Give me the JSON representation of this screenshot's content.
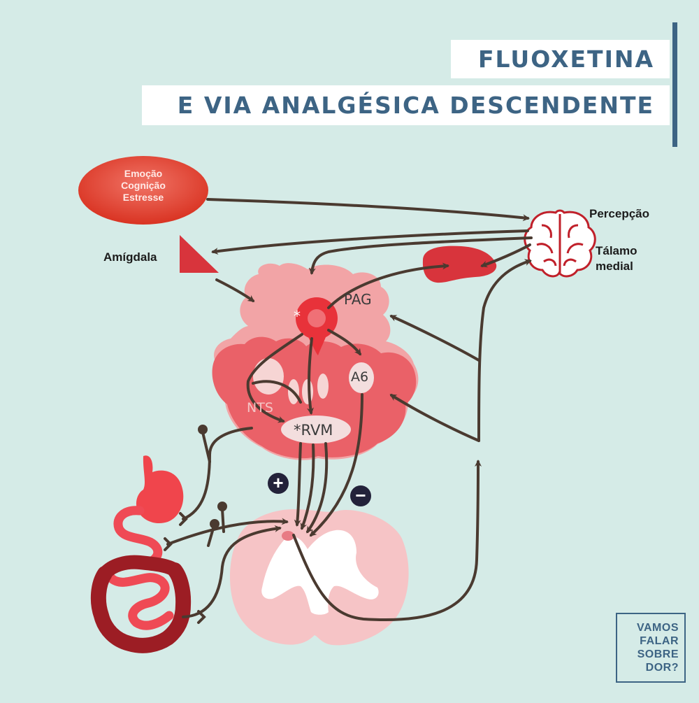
{
  "title": {
    "line1": "FLUOXETINA",
    "line2": "E VIA ANALGÉSICA DESCENDENTE"
  },
  "labels": {
    "emocao": "Emoção",
    "cognicao": "Cognição",
    "estresse": "Estresse",
    "percepcao": "Percepção",
    "talamo_1": "Tálamo",
    "talamo_2": "medial",
    "amigdala": "Amígdala",
    "pag": "PAG",
    "a6": "A6",
    "nts": "NTS",
    "rvm": "*RVM",
    "star": "*",
    "plus": "+",
    "minus": "−"
  },
  "logo": {
    "line1": "VAMOS",
    "line2": "FALAR",
    "line3": "SOBRE",
    "line4": "DOR?"
  },
  "icons": [
    "brain-icon",
    "stomach-icon",
    "intestine-icon",
    "spinal-cord-icon",
    "brainstem-icon",
    "amygdala-icon",
    "thalamus-icon"
  ],
  "colors": {
    "background": "#d5ebe7",
    "title_text": "#3d6484",
    "arrow": "#4a3a30",
    "brainstem": "#ec6e74",
    "pag_node": "#e8323a"
  }
}
